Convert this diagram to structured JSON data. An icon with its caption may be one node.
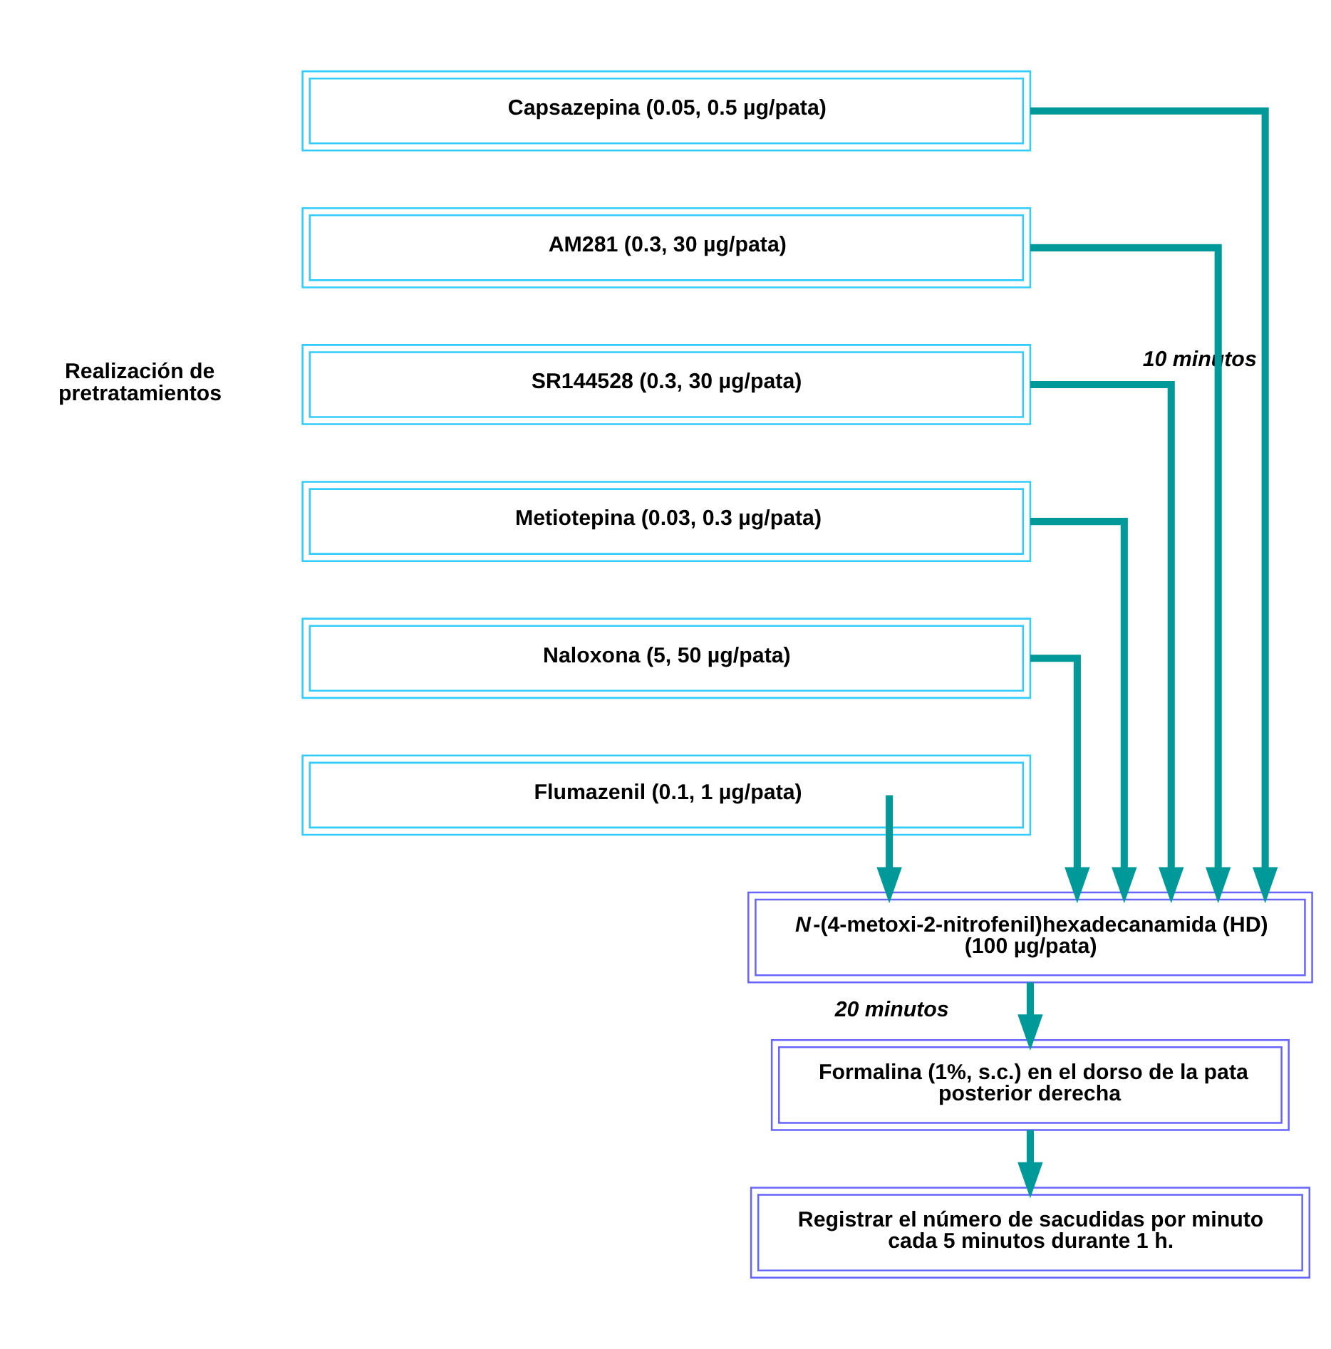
{
  "diagram": {
    "nodes": [
      {
        "text": [
          "Capsazepina (0.05, 0.5 µg/pata)"
        ]
      },
      {
        "text": [
          "AM281 (0.3, 30 µg/pata)"
        ]
      },
      {
        "text": [
          "SR144528 (0.3, 30 µg/pata)"
        ]
      },
      {
        "text": [
          "Metiotepina (0.03, 0.3 µg/pata)"
        ]
      },
      {
        "text": [
          "Naloxona (5, 50 µg/pata)"
        ]
      },
      {
        "text": [
          "Flumazenil (0.1, 1 µg/pata)"
        ]
      },
      {
        "text": [
          "*N*-(4-metoxi-2-nitrofenil)hexadecanamida (HD)",
          "(100 µg/pata)"
        ]
      },
      {
        "text": [
          "Formalina (1%, s.c.) en el dorso de la pata posterior derecha"
        ]
      },
      {
        "text": [
          "Registrar el número de sacudidas por minuto cada 5 minutos durante 1 h."
        ]
      }
    ],
    "edges": [
      {
        "from": 0,
        "to": 6,
        "arrow": "to",
        "label": "10 minutos"
      },
      {
        "from": 1,
        "to": 6,
        "arrow": "to"
      },
      {
        "from": 2,
        "to": 6,
        "arrow": "to"
      },
      {
        "from": 3,
        "to": 6,
        "arrow": "to"
      },
      {
        "from": 4,
        "to": 6,
        "arrow": "to"
      },
      {
        "from": 5,
        "to": 6,
        "arrow": "to"
      },
      {
        "from": 6,
        "to": 7,
        "arrow": "to",
        "label": "20 minutos"
      },
      {
        "from": 7,
        "to": 8,
        "arrow": "to"
      }
    ],
    "labels": [
      "Realización de pretratamientos"
    ]
  }
}
